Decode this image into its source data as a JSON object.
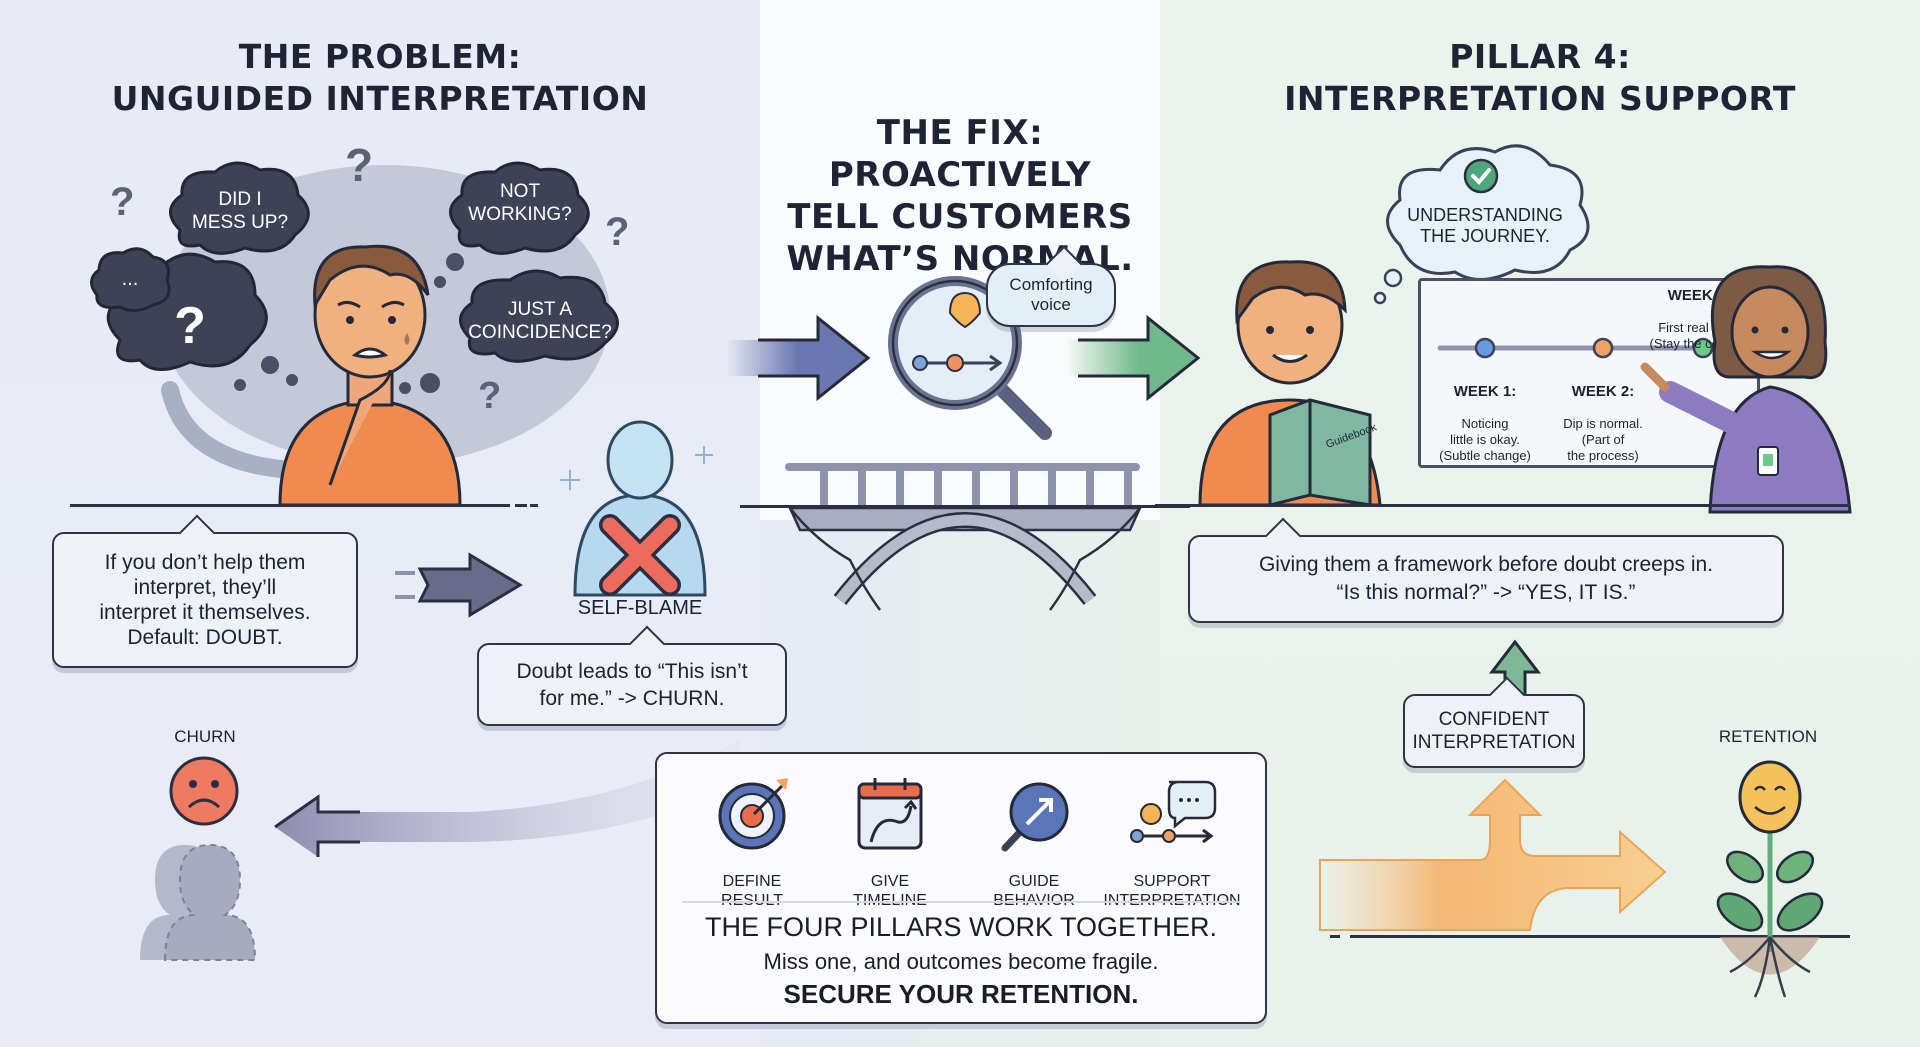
{
  "sections": {
    "problem": {
      "title": "THE PROBLEM:\nUNGUIDED INTERPRETATION",
      "thought_clouds": [
        "DID I\nMESS UP?",
        "NOT\nWORKING?",
        "JUST A\nCOINCIDENCE?",
        "?",
        "..."
      ],
      "callout": "If you don’t help them\ninterpret, they’ll\ninterpret it themselves.\nDefault: DOUBT.",
      "self_blame_label": "SELF-BLAME",
      "self_blame_callout": "Doubt leads to “This isn’t\nfor me.” -> CHURN.",
      "churn_label": "CHURN"
    },
    "fix": {
      "title": "THE FIX:\nPROACTIVELY\nTELL CUSTOMERS\nWHAT’S NORMAL.",
      "speech_bubble": "Comforting\nvoice"
    },
    "pillar4": {
      "title": "PILLAR 4:\nINTERPRETATION SUPPORT",
      "thought_cloud": "UNDERSTANDING\nTHE JOURNEY.",
      "book_title": "Guidebook",
      "timeline": [
        {
          "week": "WEEK 1:",
          "text": "Noticing\nlittle is okay.\n(Subtle change)",
          "color": "#6a9be0"
        },
        {
          "week": "WEEK 2:",
          "text": "Dip is normal.\n(Part of\nthe process)",
          "color": "#f0a266"
        },
        {
          "week": "WEEK 3:",
          "text": "First real shift.\n(Stay the course)",
          "color": "#6cc98b"
        }
      ],
      "callout": "Giving them a framework before doubt creeps in.\n“Is this normal?” -> “YES, IT IS.”",
      "confident_box": "CONFIDENT\nINTERPRETATION",
      "retention_label": "RETENTION"
    }
  },
  "pillars": {
    "items": [
      {
        "label": "DEFINE\nRESULT",
        "icon": "target-icon"
      },
      {
        "label": "GIVE\nTIMELINE",
        "icon": "calendar-icon"
      },
      {
        "label": "GUIDE\nBEHAVIOR",
        "icon": "compass-magnifier-icon"
      },
      {
        "label": "SUPPORT\nINTERPRETATION",
        "icon": "chat-timeline-icon"
      }
    ],
    "headline": "THE FOUR PILLARS WORK TOGETHER.",
    "subline": "Miss one, and outcomes become fragile.",
    "cta": "SECURE YOUR RETENTION."
  },
  "colors": {
    "problem_bg": "#e8ebf6",
    "fix_bg": "#fafbfc",
    "pillar_bg": "#e9f2ea",
    "ink": "#1e2436",
    "accent_blue": "#5a6aa8",
    "accent_green": "#5fae7c",
    "accent_orange": "#f5b874",
    "churn_red": "#ef7a62",
    "retention_yellow": "#f4c15a"
  }
}
